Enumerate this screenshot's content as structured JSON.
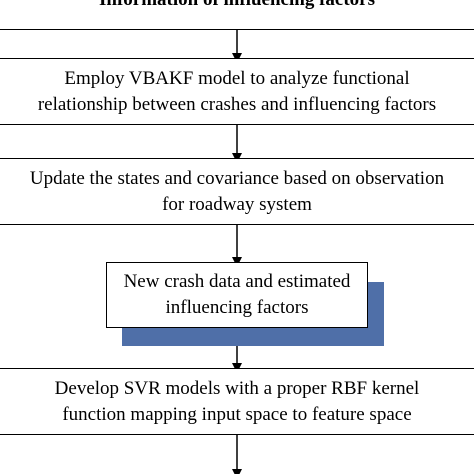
{
  "diagram": {
    "top_box": {
      "lines": [
        "Information of influencing factors"
      ]
    },
    "vbakf_box": {
      "lines": [
        "Employ VBAKF model to analyze functional",
        "relationship between crashes and influencing factors"
      ]
    },
    "update_box": {
      "lines": [
        "Update the states and covariance based on observation",
        "for roadway system"
      ]
    },
    "new_data_box": {
      "lines": [
        "New crash data and estimated",
        "influencing factors"
      ]
    },
    "svr_box": {
      "lines": [
        "Develop SVR models with a proper RBF kernel",
        "function mapping input space to feature space"
      ]
    },
    "colors": {
      "border": "#000000",
      "arrow": "#000000",
      "shadow": "#4f6fa8",
      "text": "#000000",
      "background": "#ffffff"
    }
  }
}
